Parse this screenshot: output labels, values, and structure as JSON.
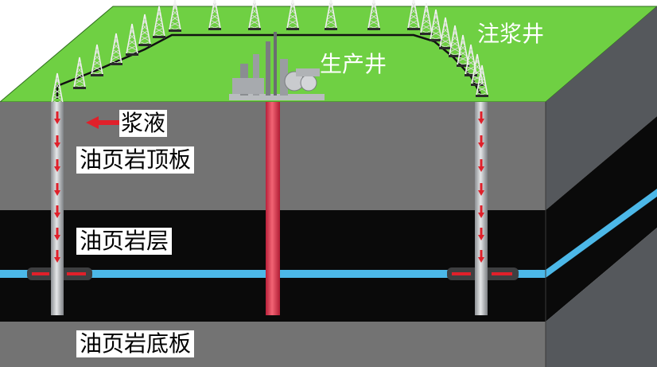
{
  "labels": {
    "injection_well": "注浆井",
    "production_well": "生产井",
    "slurry": "浆液",
    "roof": "油页岩顶板",
    "oil_shale": "油页岩层",
    "floor": "油页岩底板"
  },
  "colors": {
    "ground": "#6fd043",
    "front_gray": "#737373",
    "side_gray": "#55585c",
    "shale_black": "#0a0a0a",
    "fracture_blue": "#4cb8e8",
    "production_red": "#e0364a",
    "arrow_red": "#e0202a",
    "well_pipe": "#bfc2c6"
  },
  "icons": {
    "derrick": "derrick-icon",
    "plant": "production-plant-icon",
    "arrow": "flow-arrow-icon"
  }
}
